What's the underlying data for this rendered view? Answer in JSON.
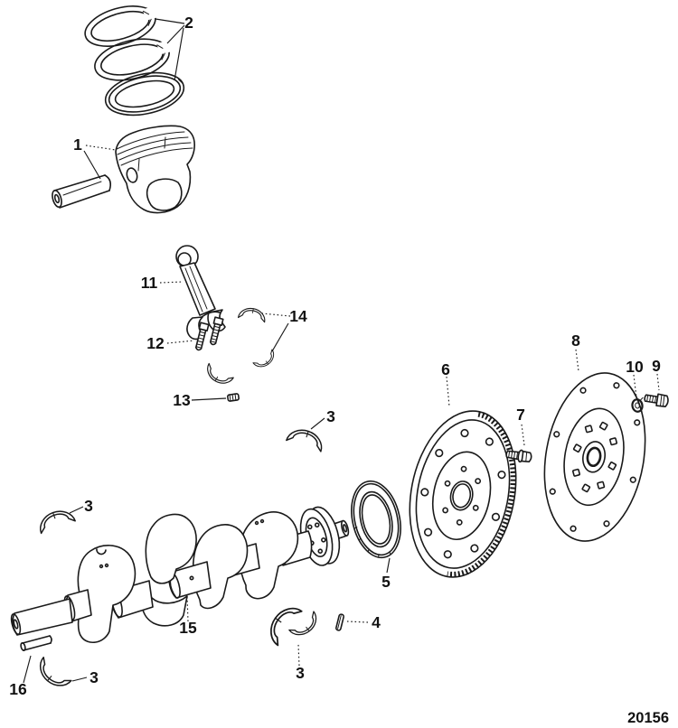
{
  "figure": {
    "number": "20156"
  },
  "callouts": {
    "c1": "1",
    "c2": "2",
    "c3a": "3",
    "c3b": "3",
    "c3c": "3",
    "c3d": "3",
    "c4": "4",
    "c5": "5",
    "c6": "6",
    "c7": "7",
    "c8": "8",
    "c9": "9",
    "c10": "10",
    "c11": "11",
    "c12": "12",
    "c13": "13",
    "c14": "14",
    "c15": "15",
    "c16": "16"
  },
  "colors": {
    "line": "#1a1a1a",
    "background": "#ffffff"
  }
}
